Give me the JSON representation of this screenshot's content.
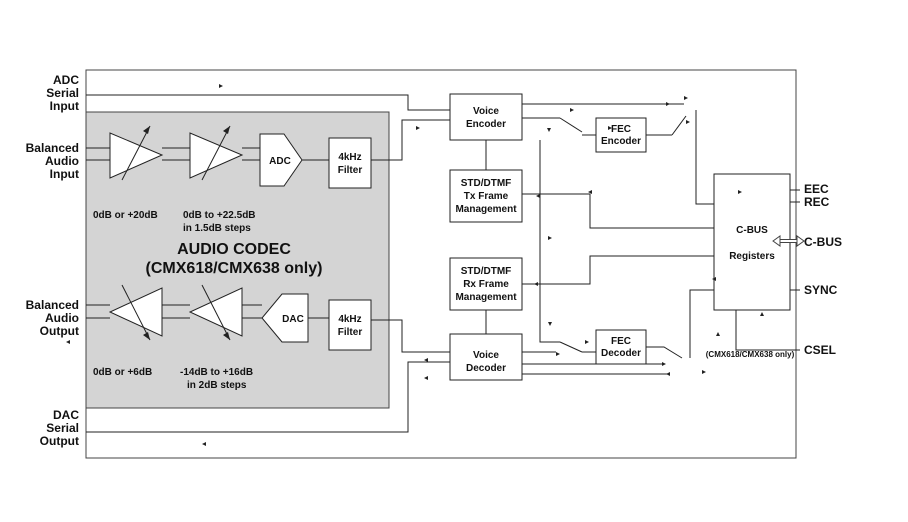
{
  "pins_left": {
    "adc_serial_input": [
      "ADC",
      "Serial",
      "Input"
    ],
    "balanced_audio_input": [
      "Balanced",
      "Audio",
      "Input"
    ],
    "balanced_audio_output": [
      "Balanced",
      "Audio",
      "Output"
    ],
    "dac_serial_output": [
      "DAC",
      "Serial",
      "Output"
    ]
  },
  "pins_right": {
    "eec": "EEC",
    "rec": "REC",
    "cbus": "C-BUS",
    "sync": "SYNC",
    "csel": "CSEL"
  },
  "codec": {
    "title": "AUDIO CODEC",
    "subtitle": "(CMX618/CMX638 only)",
    "in_gain1": [
      "0dB or +20dB"
    ],
    "in_gain2": [
      "0dB to +22.5dB",
      "in 1.5dB steps"
    ],
    "out_gain1": [
      "0dB or +6dB"
    ],
    "out_gain2": [
      "-14dB  to +16dB",
      "in 2dB steps"
    ],
    "adc": "ADC",
    "dac": "DAC",
    "filter_in": [
      "4kHz",
      "Filter"
    ],
    "filter_out": [
      "4kHz",
      "Filter"
    ]
  },
  "blocks": {
    "voice_encoder": [
      "Voice",
      "Encoder"
    ],
    "voice_decoder": [
      "Voice",
      "Decoder"
    ],
    "tx_frame": [
      "STD/DTMF",
      "Tx Frame",
      "Management"
    ],
    "rx_frame": [
      "STD/DTMF",
      "Rx Frame",
      "Management"
    ],
    "fec_encoder": [
      "FEC",
      "Encoder"
    ],
    "fec_decoder": [
      "FEC",
      "Decoder"
    ],
    "cbus_registers": [
      "C-BUS",
      "Registers"
    ]
  },
  "csel_note": "(CMX618/CMX638 only)",
  "colors": {
    "codec_fill": "#d4d4d4",
    "line": "#222222",
    "arrow": "double-arrow-icon"
  }
}
